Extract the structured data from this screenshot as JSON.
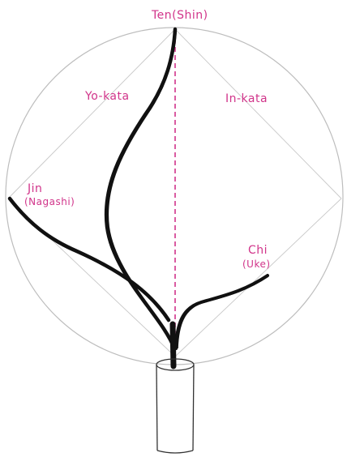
{
  "labels": {
    "ten": "Ten(Shin)",
    "yo_kata": "Yo-kata",
    "in_kata": "In-kata",
    "jin": "Jin",
    "nagashi": "(Nagashi)",
    "chi": "Chi",
    "uke": "(Uke)"
  },
  "colors": {
    "label": "#d1348a",
    "axis_dashed": "#d1348a",
    "circle": "#bdbdbd",
    "guide_lines": "#c8c8c8",
    "branch": "#111111",
    "vase": "#333333"
  }
}
